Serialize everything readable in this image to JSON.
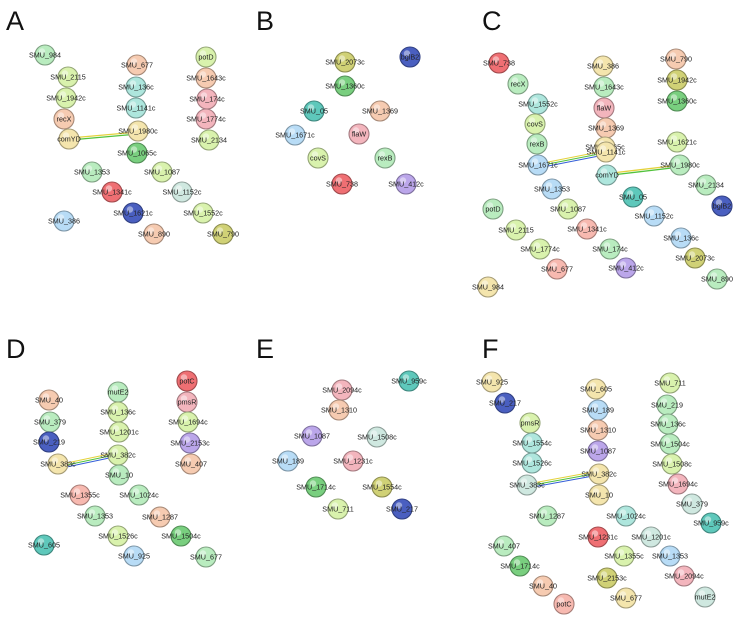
{
  "palette": {
    "green": "#b9ecbf",
    "peach": "#f6cbb1",
    "lime": "#d9f2ad",
    "cyan": "#aee6dd",
    "teal": "#5ec8bb",
    "pink": "#f3b5bd",
    "red": "#ef6f73",
    "blue": "#b8dcf6",
    "navy": "#4a5fc0",
    "olive": "#d0d176",
    "mint": "#cfe8e0",
    "purple": "#bba6ea",
    "darkgreen": "#79cf7f",
    "yellow": "#f4e5ad",
    "peachred": "#f7b9b0"
  },
  "panels": [
    {
      "letter": "A",
      "nodes": [
        {
          "label": "SMU_984",
          "color": "green"
        },
        {
          "label": "SMU_2115",
          "color": "lime"
        },
        {
          "label": "SMU_1942c",
          "color": "lime"
        },
        {
          "label": "recX",
          "color": "peach"
        },
        {
          "label": "comYD",
          "color": "yellow"
        },
        {
          "label": "SMU_677",
          "color": "peach"
        },
        {
          "label": "SMU_136c",
          "color": "cyan"
        },
        {
          "label": "SMU_1141c",
          "color": "cyan"
        },
        {
          "label": "SMU_1980c",
          "color": "yellow"
        },
        {
          "label": "SMU_1065c",
          "color": "darkgreen"
        },
        {
          "label": "potD",
          "color": "lime"
        },
        {
          "label": "SMU_1643c",
          "color": "peach"
        },
        {
          "label": "SMU_174c",
          "color": "pink"
        },
        {
          "label": "SMU_1774c",
          "color": "pink"
        },
        {
          "label": "SMU_2134",
          "color": "lime"
        },
        {
          "label": "SMU_1353",
          "color": "green"
        },
        {
          "label": "SMU_1341c",
          "color": "red"
        },
        {
          "label": "SMU_1087",
          "color": "lime"
        },
        {
          "label": "SMU_1152c",
          "color": "mint"
        },
        {
          "label": "SMU_1621c",
          "color": "navy"
        },
        {
          "label": "SMU_1552c",
          "color": "lime"
        },
        {
          "label": "SMU_386",
          "color": "blue"
        },
        {
          "label": "SMU_890",
          "color": "peach"
        },
        {
          "label": "SMU_790",
          "color": "olive"
        }
      ]
    },
    {
      "letter": "B",
      "nodes": [
        {
          "label": "SMU_2073c",
          "color": "olive"
        },
        {
          "label": "bglB2",
          "color": "navy"
        },
        {
          "label": "SMU_1360c",
          "color": "darkgreen"
        },
        {
          "label": "SMU_05",
          "color": "teal"
        },
        {
          "label": "SMU_1369",
          "color": "peach"
        },
        {
          "label": "SMU_1671c",
          "color": "blue"
        },
        {
          "label": "flaW",
          "color": "pink"
        },
        {
          "label": "covS",
          "color": "lime"
        },
        {
          "label": "rexB",
          "color": "green"
        },
        {
          "label": "SMU_738",
          "color": "red"
        },
        {
          "label": "SMU_412c",
          "color": "purple"
        }
      ]
    },
    {
      "letter": "C",
      "nodes": [
        {
          "label": "SMU_738",
          "color": "red"
        },
        {
          "label": "SMU_386",
          "color": "yellow"
        },
        {
          "label": "SMU_790",
          "color": "peach"
        },
        {
          "label": "recX",
          "color": "green"
        },
        {
          "label": "SMU_1643c",
          "color": "green"
        },
        {
          "label": "SMU_1942c",
          "color": "olive"
        },
        {
          "label": "SMU_1552c",
          "color": "cyan"
        },
        {
          "label": "flaW",
          "color": "pink"
        },
        {
          "label": "SMU_1360c",
          "color": "darkgreen"
        },
        {
          "label": "covS",
          "color": "lime"
        },
        {
          "label": "SMU_1369",
          "color": "peach"
        },
        {
          "label": "SMU_1065c",
          "color": "yellow"
        },
        {
          "label": "rexB",
          "color": "green"
        },
        {
          "label": "SMU_1621c",
          "color": "lime"
        },
        {
          "label": "SMU_1671c",
          "color": "blue"
        },
        {
          "label": "SMU_1141c",
          "color": "yellow"
        },
        {
          "label": "comYD",
          "color": "cyan"
        },
        {
          "label": "SMU_1980c",
          "color": "green"
        },
        {
          "label": "SMU_1353",
          "color": "blue"
        },
        {
          "label": "SMU_05",
          "color": "teal"
        },
        {
          "label": "SMU_2134",
          "color": "green"
        },
        {
          "label": "potD",
          "color": "green"
        },
        {
          "label": "SMU_1087",
          "color": "lime"
        },
        {
          "label": "SMU_1152c",
          "color": "blue"
        },
        {
          "label": "bglB2",
          "color": "navy"
        },
        {
          "label": "SMU_2115",
          "color": "lime"
        },
        {
          "label": "SMU_1341c",
          "color": "peachred"
        },
        {
          "label": "SMU_136c",
          "color": "blue"
        },
        {
          "label": "SMU_1774c",
          "color": "lime"
        },
        {
          "label": "SMU_174c",
          "color": "green"
        },
        {
          "label": "SMU_2073c",
          "color": "olive"
        },
        {
          "label": "SMU_677",
          "color": "peachred"
        },
        {
          "label": "SMU_412c",
          "color": "purple"
        },
        {
          "label": "SMU_890",
          "color": "green"
        },
        {
          "label": "SMU_984",
          "color": "yellow"
        }
      ]
    },
    {
      "letter": "D",
      "nodes": [
        {
          "label": "SMU_40",
          "color": "peach"
        },
        {
          "label": "mutE2",
          "color": "green"
        },
        {
          "label": "potC",
          "color": "red"
        },
        {
          "label": "SMU_136c",
          "color": "lime"
        },
        {
          "label": "pmsR",
          "color": "pink"
        },
        {
          "label": "SMU_379",
          "color": "green"
        },
        {
          "label": "SMU_1694c",
          "color": "lime"
        },
        {
          "label": "SMU_1201c",
          "color": "lime"
        },
        {
          "label": "SMU_219",
          "color": "navy"
        },
        {
          "label": "SMU_2153c",
          "color": "purple"
        },
        {
          "label": "SMU_383c",
          "color": "yellow"
        },
        {
          "label": "SMU_382c",
          "color": "lime"
        },
        {
          "label": "SMU_407",
          "color": "peach"
        },
        {
          "label": "SMU_10",
          "color": "green"
        },
        {
          "label": "SMU_1355c",
          "color": "peachred"
        },
        {
          "label": "SMU_1024c",
          "color": "green"
        },
        {
          "label": "SMU_1353",
          "color": "green"
        },
        {
          "label": "SMU_1287",
          "color": "peach"
        },
        {
          "label": "SMU_1526c",
          "color": "lime"
        },
        {
          "label": "SMU_605",
          "color": "teal"
        },
        {
          "label": "SMU_1504c",
          "color": "darkgreen"
        },
        {
          "label": "SMU_925",
          "color": "blue"
        },
        {
          "label": "SMU_677",
          "color": "green"
        }
      ]
    },
    {
      "letter": "E",
      "nodes": [
        {
          "label": "SMU_2094c",
          "color": "pink"
        },
        {
          "label": "SMU_959c",
          "color": "teal"
        },
        {
          "label": "SMU_1310",
          "color": "peach"
        },
        {
          "label": "SMU_1087",
          "color": "purple"
        },
        {
          "label": "SMU_1508c",
          "color": "mint"
        },
        {
          "label": "SMU_189",
          "color": "blue"
        },
        {
          "label": "SMU_1231c",
          "color": "pink"
        },
        {
          "label": "SMU_1714c",
          "color": "darkgreen"
        },
        {
          "label": "SMU_1554c",
          "color": "olive"
        },
        {
          "label": "SMU_711",
          "color": "lime"
        },
        {
          "label": "SMU_217",
          "color": "navy"
        }
      ]
    },
    {
      "letter": "F",
      "nodes": [
        {
          "label": "SMU_925",
          "color": "yellow"
        },
        {
          "label": "SMU_605",
          "color": "yellow"
        },
        {
          "label": "SMU_711",
          "color": "lime"
        },
        {
          "label": "SMU_217",
          "color": "navy"
        },
        {
          "label": "SMU_189",
          "color": "blue"
        },
        {
          "label": "SMU_219",
          "color": "green"
        },
        {
          "label": "pmsR",
          "color": "lime"
        },
        {
          "label": "SMU_1310",
          "color": "peach"
        },
        {
          "label": "SMU_136c",
          "color": "green"
        },
        {
          "label": "SMU_1554c",
          "color": "cyan"
        },
        {
          "label": "SMU_1087",
          "color": "purple"
        },
        {
          "label": "SMU_1504c",
          "color": "green"
        },
        {
          "label": "SMU_1526c",
          "color": "cyan"
        },
        {
          "label": "SMU_1508c",
          "color": "lime"
        },
        {
          "label": "SMU_382c",
          "color": "yellow"
        },
        {
          "label": "SMU_383c",
          "color": "mint"
        },
        {
          "label": "SMU_10",
          "color": "yellow"
        },
        {
          "label": "SMU_1694c",
          "color": "pink"
        },
        {
          "label": "SMU_379",
          "color": "mint"
        },
        {
          "label": "SMU_1287",
          "color": "green"
        },
        {
          "label": "SMU_1024c",
          "color": "cyan"
        },
        {
          "label": "SMU_959c",
          "color": "teal"
        },
        {
          "label": "SMU_1231c",
          "color": "red"
        },
        {
          "label": "SMU_1201c",
          "color": "mint"
        },
        {
          "label": "SMU_407",
          "color": "green"
        },
        {
          "label": "SMU_1355c",
          "color": "lime"
        },
        {
          "label": "SMU_1353",
          "color": "blue"
        },
        {
          "label": "SMU_1714c",
          "color": "darkgreen"
        },
        {
          "label": "SMU_2153c",
          "color": "olive"
        },
        {
          "label": "SMU_2094c",
          "color": "pink"
        },
        {
          "label": "SMU_40",
          "color": "peach"
        },
        {
          "label": "SMU_677",
          "color": "yellow"
        },
        {
          "label": "mutE2",
          "color": "mint"
        },
        {
          "label": "potC",
          "color": "peachred"
        }
      ]
    }
  ]
}
